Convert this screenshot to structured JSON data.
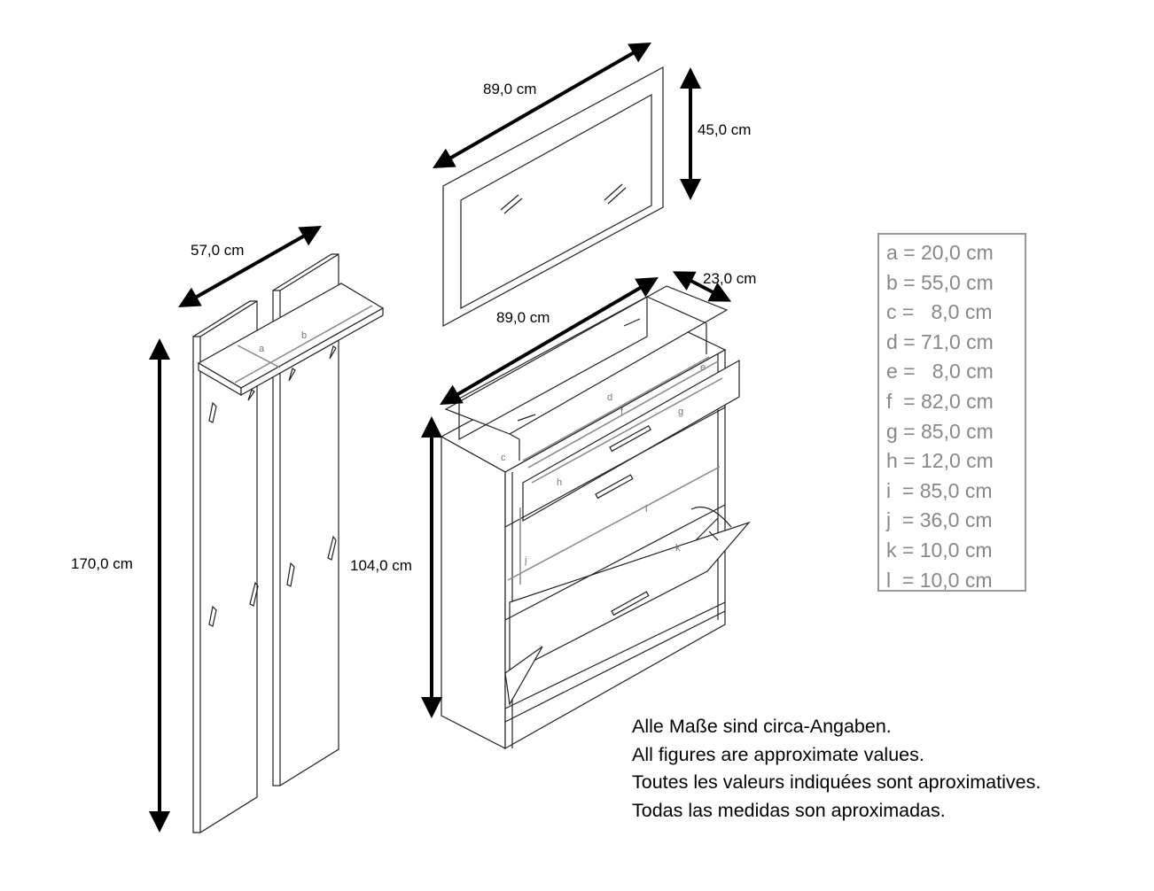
{
  "mirror": {
    "width": "89,0 cm",
    "height": "45,0 cm"
  },
  "coat_rack": {
    "width": "57,0 cm",
    "height": "170,0 cm",
    "label_a": "a",
    "label_b": "b"
  },
  "shoe_cabinet": {
    "width": "89,0 cm",
    "depth": "23,0 cm",
    "height": "104,0 cm",
    "labels": [
      "c",
      "d",
      "e",
      "f",
      "g",
      "h",
      "i",
      "j",
      "k"
    ]
  },
  "legend": [
    "a = 20,0 cm",
    "b = 55,0 cm",
    "c =   8,0 cm",
    "d = 71,0 cm",
    "e =   8,0 cm",
    "f  = 82,0 cm",
    "g = 85,0 cm",
    "h = 12,0 cm",
    "i  = 85,0 cm",
    "j  = 36,0 cm",
    "k = 10,0 cm",
    "l  = 10,0 cm"
  ],
  "notes": [
    "Alle Maße sind circa-Angaben.",
    "All figures are approximate values.",
    "Toutes les valeurs indiquées sont aproximatives.",
    "Todas las medidas son aproximadas."
  ]
}
